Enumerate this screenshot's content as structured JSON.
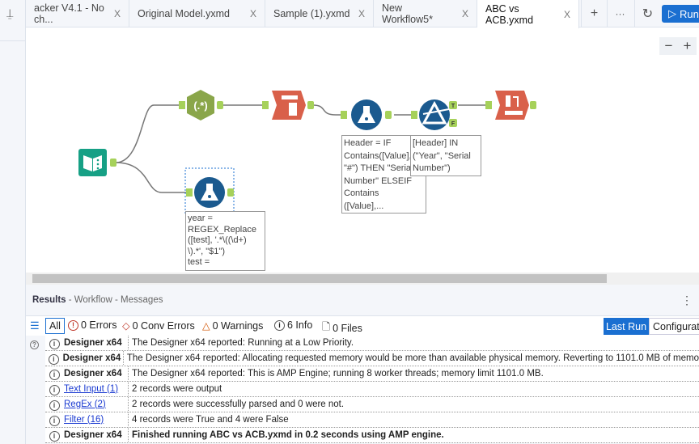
{
  "tabs": [
    {
      "label": "acker V4.1 - No ch...",
      "active": false
    },
    {
      "label": "Original Model.yxmd",
      "active": false
    },
    {
      "label": "Sample (1).yxmd",
      "active": false
    },
    {
      "label": "New Workflow5*",
      "active": false
    },
    {
      "label": "ABC vs ACB.yxmd",
      "active": true
    }
  ],
  "toolbar": {
    "close": "X",
    "add": "+",
    "more": "···",
    "history": "↻",
    "run": "Run",
    "run_icon": "▷"
  },
  "zoom": {
    "out": "−",
    "in": "+"
  },
  "canvas": {
    "regex_label": "(.*)",
    "filter_true": "T",
    "filter_false": "F",
    "annotations": {
      "formula_lower": "year =\nREGEX_Replace\n([test], '.*\\((\\d+)\n\\).*', \"$1\")\ntest =",
      "formula_upper": "Header = IF\nContains([Value],\n\"#\") THEN \"Serial\nNumber\" ELSEIF\nContains\n([Value],...",
      "filter": "[Header] IN\n(\"Year\", \"Serial\nNumber\")"
    }
  },
  "results": {
    "title": "Results",
    "breadcrumb": " - Workflow - Messages",
    "filters": {
      "all": "All",
      "errors": "0 Errors",
      "conv_errors": "0 Conv Errors",
      "warnings": "0 Warnings",
      "info": "6 Info",
      "files": "0 Files"
    },
    "last_run": "Last Run",
    "configuration": "Configuration",
    "rows": [
      {
        "source": "Designer x64",
        "link": false,
        "message": "The Designer x64 reported: Running at a Low Priority.",
        "bold": false
      },
      {
        "source": "Designer x64",
        "link": false,
        "message": "The Designer x64 reported: Allocating requested memory would be more than available physical memory. Reverting to 1101.0 MB of memo",
        "bold": false
      },
      {
        "source": "Designer x64",
        "link": false,
        "message": "The Designer x64 reported: This is AMP Engine; running 8 worker threads; memory limit 1101.0 MB.",
        "bold": false
      },
      {
        "source": "Text Input (1)",
        "link": true,
        "message": "2 records were output",
        "bold": false
      },
      {
        "source": "RegEx (2)",
        "link": true,
        "message": "2 records were successfully parsed and 0 were not.",
        "bold": false
      },
      {
        "source": "Filter (16)",
        "link": true,
        "message": "4 records were True and 4 were False",
        "bold": false
      },
      {
        "source": "Designer x64",
        "link": false,
        "message": "Finished running ABC vs ACB.yxmd in 0.2 seconds using AMP engine.",
        "bold": true
      }
    ]
  },
  "colors": {
    "accent": "#1a6fd1",
    "tool_blue": "#1b5a8f",
    "tool_green": "#8aa64a",
    "tool_red": "#d9604a",
    "tool_teal": "#16a085",
    "anchor": "#a6d15a"
  }
}
